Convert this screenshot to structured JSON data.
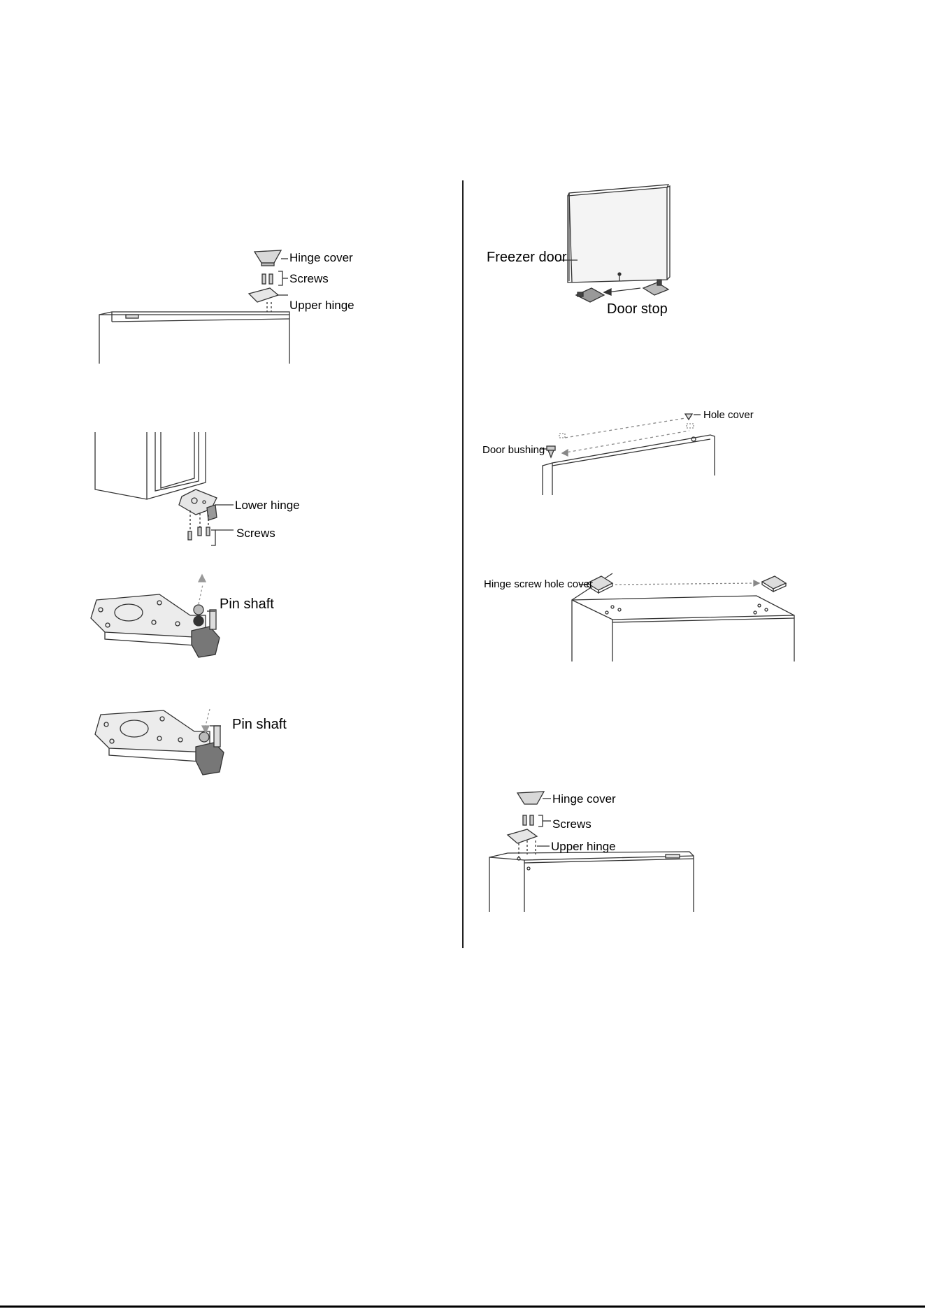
{
  "labels": {
    "hinge_cover": "Hinge cover",
    "screws": "Screws",
    "upper_hinge": "Upper hinge",
    "lower_hinge": "Lower hinge",
    "pin_shaft": "Pin shaft",
    "freezer_door": "Freezer door",
    "door_stop": "Door stop",
    "hole_cover": "Hole cover",
    "door_bushing": "Door bushing",
    "hinge_screw_hole_cover": "Hinge screw hole cover"
  }
}
